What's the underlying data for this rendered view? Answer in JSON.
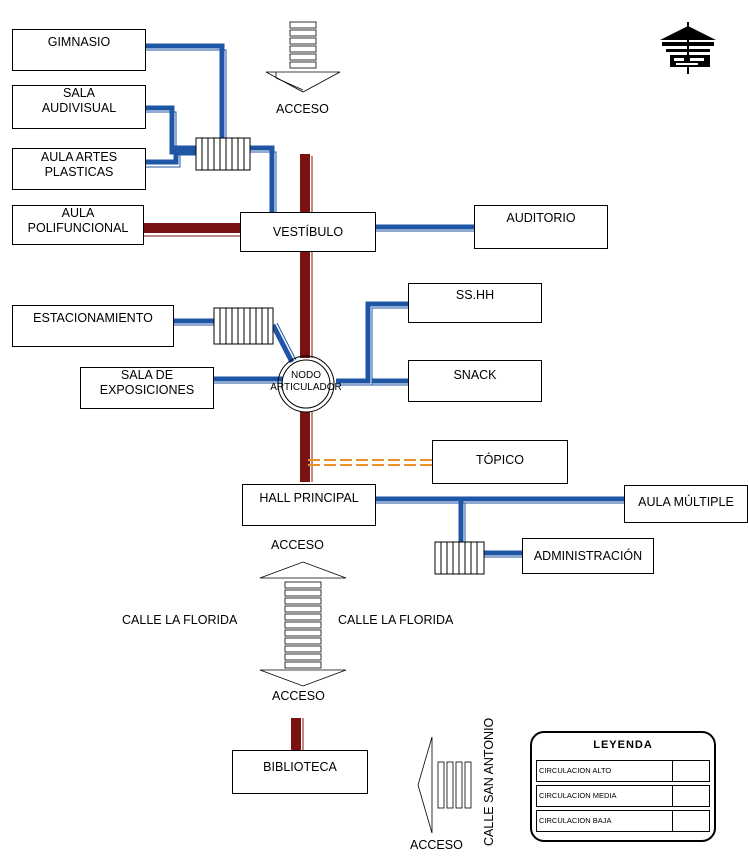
{
  "nodes": {
    "gimnasio": "GIMNASIO",
    "sala_audivisual": "SALA\nAUDIVISUAL",
    "aula_artes": "AULA ARTES\nPLASTICAS",
    "aula_polifuncional": "AULA\nPOLIFUNCIONAL",
    "vestibulo": "VESTÍBULO",
    "auditorio": "AUDITORIO",
    "estacionamiento": "ESTACIONAMIENTO",
    "sala_exposiciones": "SALA DE\nEXPOSICIONES",
    "sshh": "SS.HH",
    "snack": "SNACK",
    "topico": "TÓPICO",
    "nodo": "NODO\nARTICULADOR",
    "hall": "HALL PRINCIPAL",
    "aula_multiple": "AULA MÚLTIPLE",
    "administracion": "ADMINISTRACIÓN",
    "biblioteca": "BIBLIOTECA"
  },
  "labels": {
    "acceso_top": "ACCESO",
    "acceso_hall": "ACCESO",
    "acceso_bottom": "ACCESO",
    "acceso_right": "ACCESO",
    "calle_left": "CALLE LA FLORIDA",
    "calle_right": "CALLE LA FLORIDA",
    "calle_san_antonio": "CALLE SAN ANTONIO"
  },
  "legend": {
    "title": "LEYENDA",
    "rows": [
      {
        "label": "CIRCULACION ALTO",
        "style": "alto"
      },
      {
        "label": "CIRCULACION MEDIA",
        "style": "media"
      },
      {
        "label": "CIRCULACION BAJA",
        "style": "baja"
      }
    ]
  },
  "colors": {
    "alto": "#7a1212",
    "media": "#1f55a5",
    "baja": "#e8912b",
    "line": "#000000"
  },
  "icons": {
    "north": "compass-rose-icon"
  }
}
